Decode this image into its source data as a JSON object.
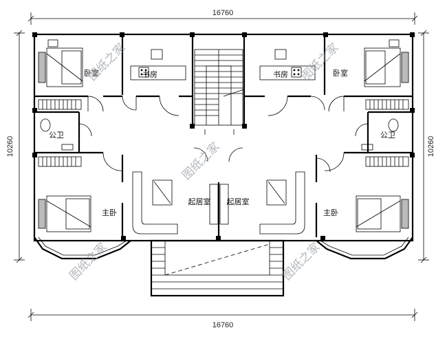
{
  "dimensions": {
    "top_width": "16760",
    "bottom_width": "16760",
    "left_height": "10260",
    "right_height": "10260"
  },
  "rooms": {
    "bedroom_left": "卧室",
    "bedroom_right": "卧室",
    "study_left": "书房",
    "study_right": "书房",
    "bath_left": "公卫",
    "bath_right": "公卫",
    "living_left": "起居室",
    "living_right": "起居室",
    "master_left": "主卧",
    "master_right": "主卧"
  },
  "watermark": "图纸之家",
  "colors": {
    "lines": "#000000",
    "watermark": "#9aa0a8",
    "background": "#ffffff"
  }
}
